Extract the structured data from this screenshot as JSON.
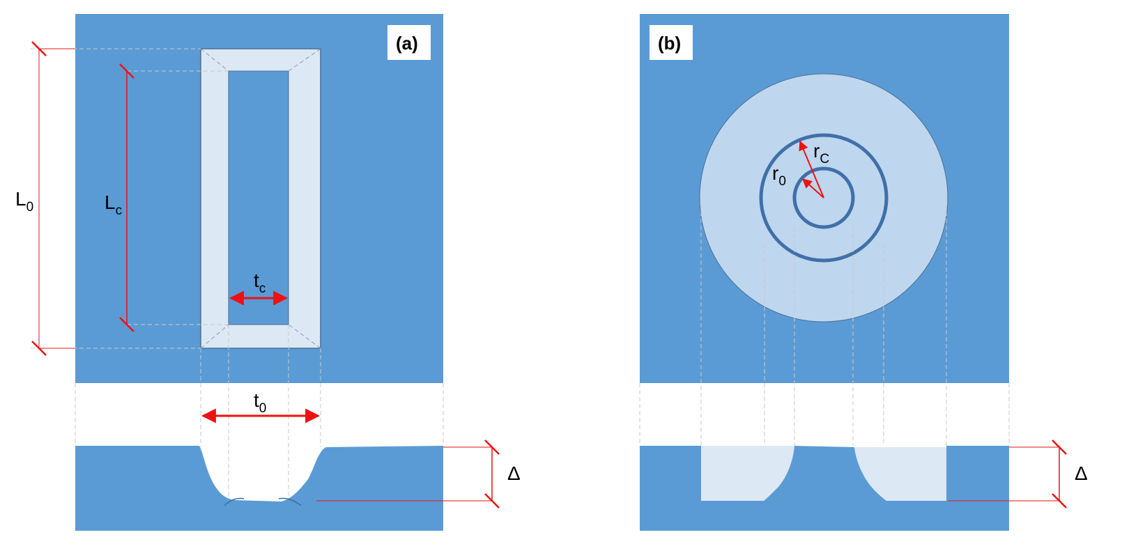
{
  "colors": {
    "plate": "#5b9bd5",
    "cavity": "#dde8f5",
    "disk": "#bed6ee",
    "ring": "#3f70a8",
    "dimension": "#ee1111",
    "guide": "#c8c8c8",
    "label_bg": "#ffffff"
  },
  "panel_a": {
    "tag": "(a)",
    "outer_length": {
      "main": "L",
      "sub": "0"
    },
    "cavity_length": {
      "main": "L",
      "sub": "c"
    },
    "cavity_width": {
      "main": "t",
      "sub": "c"
    },
    "outer_width": {
      "main": "t",
      "sub": "0"
    },
    "depth": "Δ"
  },
  "panel_b": {
    "tag": "(b)",
    "inner_radius": {
      "main": "r",
      "sub": "0"
    },
    "outer_radius": {
      "main": "r",
      "sub": "C"
    },
    "depth": "Δ"
  }
}
